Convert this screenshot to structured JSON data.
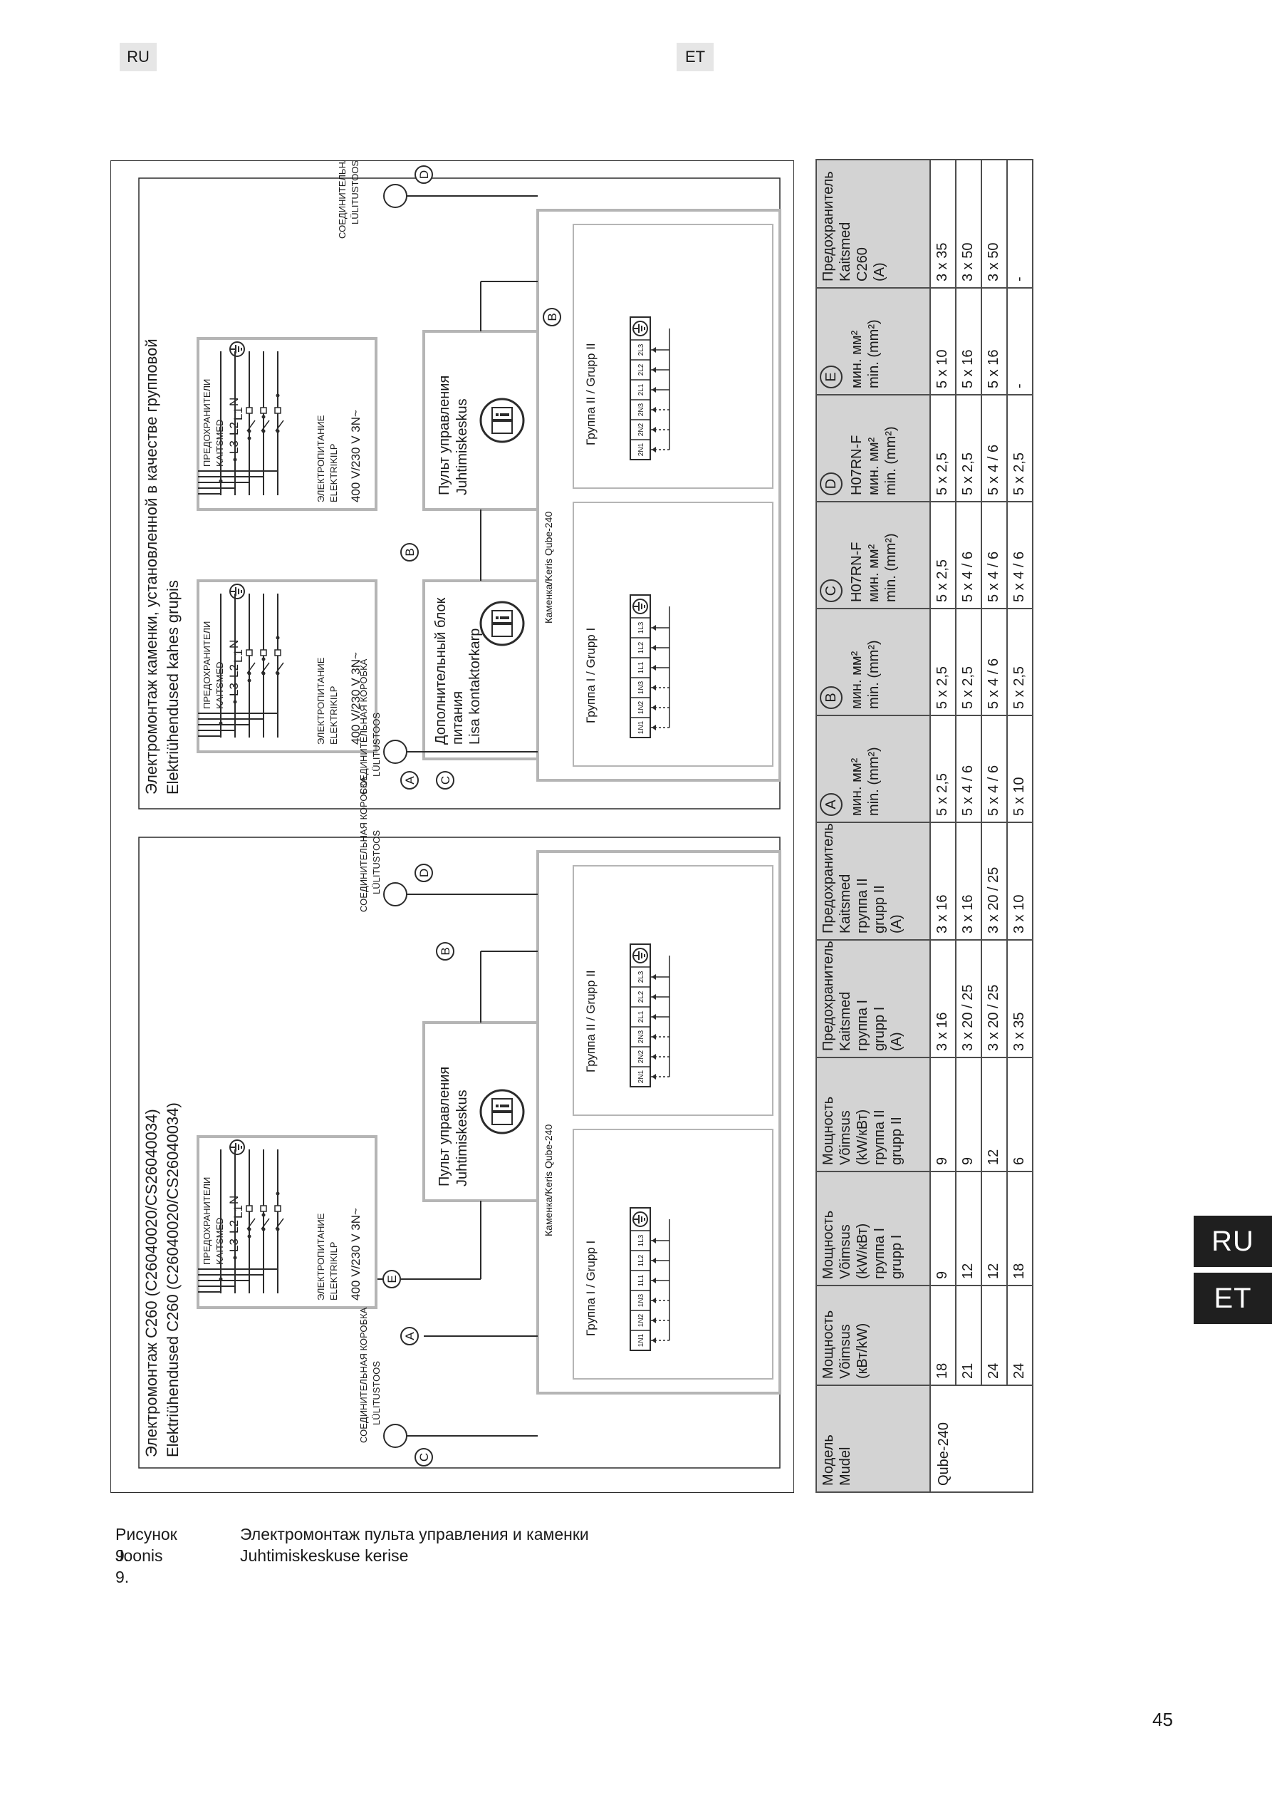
{
  "header": {
    "lang_left": "RU",
    "lang_right": "ET"
  },
  "side_tabs": {
    "ru": "RU",
    "et": "ET"
  },
  "caption": [
    {
      "num": "Рисунок 9.",
      "text": "Электромонтаж пульта управления и каменки"
    },
    {
      "num": "Joonis 9.",
      "text": "Juhtimiskeskuse kerise"
    }
  ],
  "page_number": "45",
  "diagram_left": {
    "title_ru": "Электромонтаж C260 (C26040020/CS26040034)",
    "title_et": "Elektriühendused C260 (C26040020/CS26040034)",
    "supply_ru": "ЭЛЕКТРОПИТАНИЕ",
    "supply_et": "ELEKTRIKILP",
    "voltage": "400 V/230 V 3N~",
    "fuses_ru": "ПРЕДОХРАНИТЕЛИ",
    "fuses_et": "KAITSMED",
    "phases": [
      "L3",
      "L2",
      "L1",
      "N"
    ],
    "panel_ru": "Пульт управления",
    "panel_et": "Juhtimiskeskus",
    "junction_ru": "СОЕДИНИТЕЛЬНАЯ КОРОБКА",
    "junction_et": "LÜLITUSTOOS",
    "heater": "Каменка/Keris Qube-240",
    "group1": "Группа I / Grupp I",
    "group2": "Группа II / Grupp II",
    "term1": [
      "1N1",
      "1N2",
      "1N3",
      "1L1",
      "1L2",
      "1L3"
    ],
    "term2": [
      "2N1",
      "2N2",
      "2N3",
      "2L1",
      "2L2",
      "2L3"
    ],
    "markers": {
      "a": "A",
      "b": "B",
      "c": "C",
      "d": "D",
      "e": "E"
    }
  },
  "diagram_right": {
    "title_ru": "Электромонтаж каменки, установленной в качестве групповой",
    "title_et": "Elektriühendused kahes grupis",
    "supply_ru": "ЭЛЕКТРОПИТАНИЕ",
    "supply_et": "ELEKTRIKILP",
    "voltage": "400 V/230 V 3N~",
    "fuses_ru": "ПРЕДОХРАНИТЕЛИ",
    "fuses_et": "KAITSMED",
    "phases": [
      "L3",
      "L2",
      "L1",
      "N"
    ],
    "aux_line1": "Дополнительный блок",
    "aux_line2": "питания",
    "aux_line3": "Lisa kontaktorkarp",
    "panel_ru": "Пульт управления",
    "panel_et": "Juhtimiskeskus",
    "junction_ru": "СОЕДИНИТЕЛЬНАЯ КОРОБКА",
    "junction_et": "LÜLITUSTOOS",
    "heater": "Каменка/Keris Qube-240",
    "group1": "Группа I / Grupp I",
    "group2": "Группа II / Grupp II",
    "term1": [
      "1N1",
      "1N2",
      "1N3",
      "1L1",
      "1L2",
      "1L3"
    ],
    "term2": [
      "2N1",
      "2N2",
      "2N3",
      "2L1",
      "2L2",
      "2L3"
    ],
    "markers": {
      "a": "A",
      "b": "B",
      "c": "C",
      "d": "D"
    }
  },
  "table": {
    "headers": [
      {
        "lines": [
          "Модель",
          "Mudel"
        ]
      },
      {
        "lines": [
          "Мощность",
          "Võimsus",
          "(кВт/kW)"
        ]
      },
      {
        "lines": [
          "Мощность",
          "Võimsus",
          "(kW/кВт)",
          "группа I",
          "grupp I"
        ]
      },
      {
        "lines": [
          "Мощность",
          "Võimsus",
          "(kW/кВт)",
          "группа II",
          "grupp II"
        ]
      },
      {
        "lines": [
          "Предохранитель",
          "Kaitsmed",
          "группа I",
          "grupp I",
          "(A)"
        ]
      },
      {
        "lines": [
          "Предохранитель",
          "Kaitsmed",
          "группа II",
          "grupp II",
          "(A)"
        ]
      },
      {
        "circle": "A",
        "lines": [
          "мин. мм²",
          "min. (mm²)"
        ]
      },
      {
        "circle": "B",
        "lines": [
          "мин. мм²",
          "min. (mm²)"
        ]
      },
      {
        "circle": "C",
        "lines": [
          "H07RN-F",
          "мин. мм²",
          "min. (mm²)"
        ]
      },
      {
        "circle": "D",
        "lines": [
          "H07RN-F",
          "мин. мм²",
          "min. (mm²)"
        ]
      },
      {
        "circle": "E",
        "lines": [
          "мин. мм²",
          "min. (mm²)"
        ]
      },
      {
        "lines": [
          "Предохранитель",
          "Kaitsmed",
          "C260",
          "(A)"
        ]
      }
    ],
    "model": "Qube-240",
    "rows": [
      [
        "18",
        "9",
        "9",
        "3 x 16",
        "3 x 16",
        "5 x 2,5",
        "5 x 2,5",
        "5 x 2,5",
        "5 x 2,5",
        "5 x 10",
        "3 x 35"
      ],
      [
        "21",
        "12",
        "9",
        "3 x 20 / 25",
        "3 x 16",
        "5 x 4 / 6",
        "5 x 2,5",
        "5 x 4 / 6",
        "5 x 2,5",
        "5 x 16",
        "3 x 50"
      ],
      [
        "24",
        "12",
        "12",
        "3 x 20 / 25",
        "3 x 20 / 25",
        "5 x 4 / 6",
        "5 x 4 / 6",
        "5 x 4 / 6",
        "5 x 4 / 6",
        "5 x 16",
        "3 x 50"
      ],
      [
        "24",
        "18",
        "6",
        "3 x 35",
        "3 x 10",
        "5 x 10",
        "5 x 2,5",
        "5 x 4 / 6",
        "5 x 2,5",
        "-",
        "-"
      ]
    ]
  }
}
